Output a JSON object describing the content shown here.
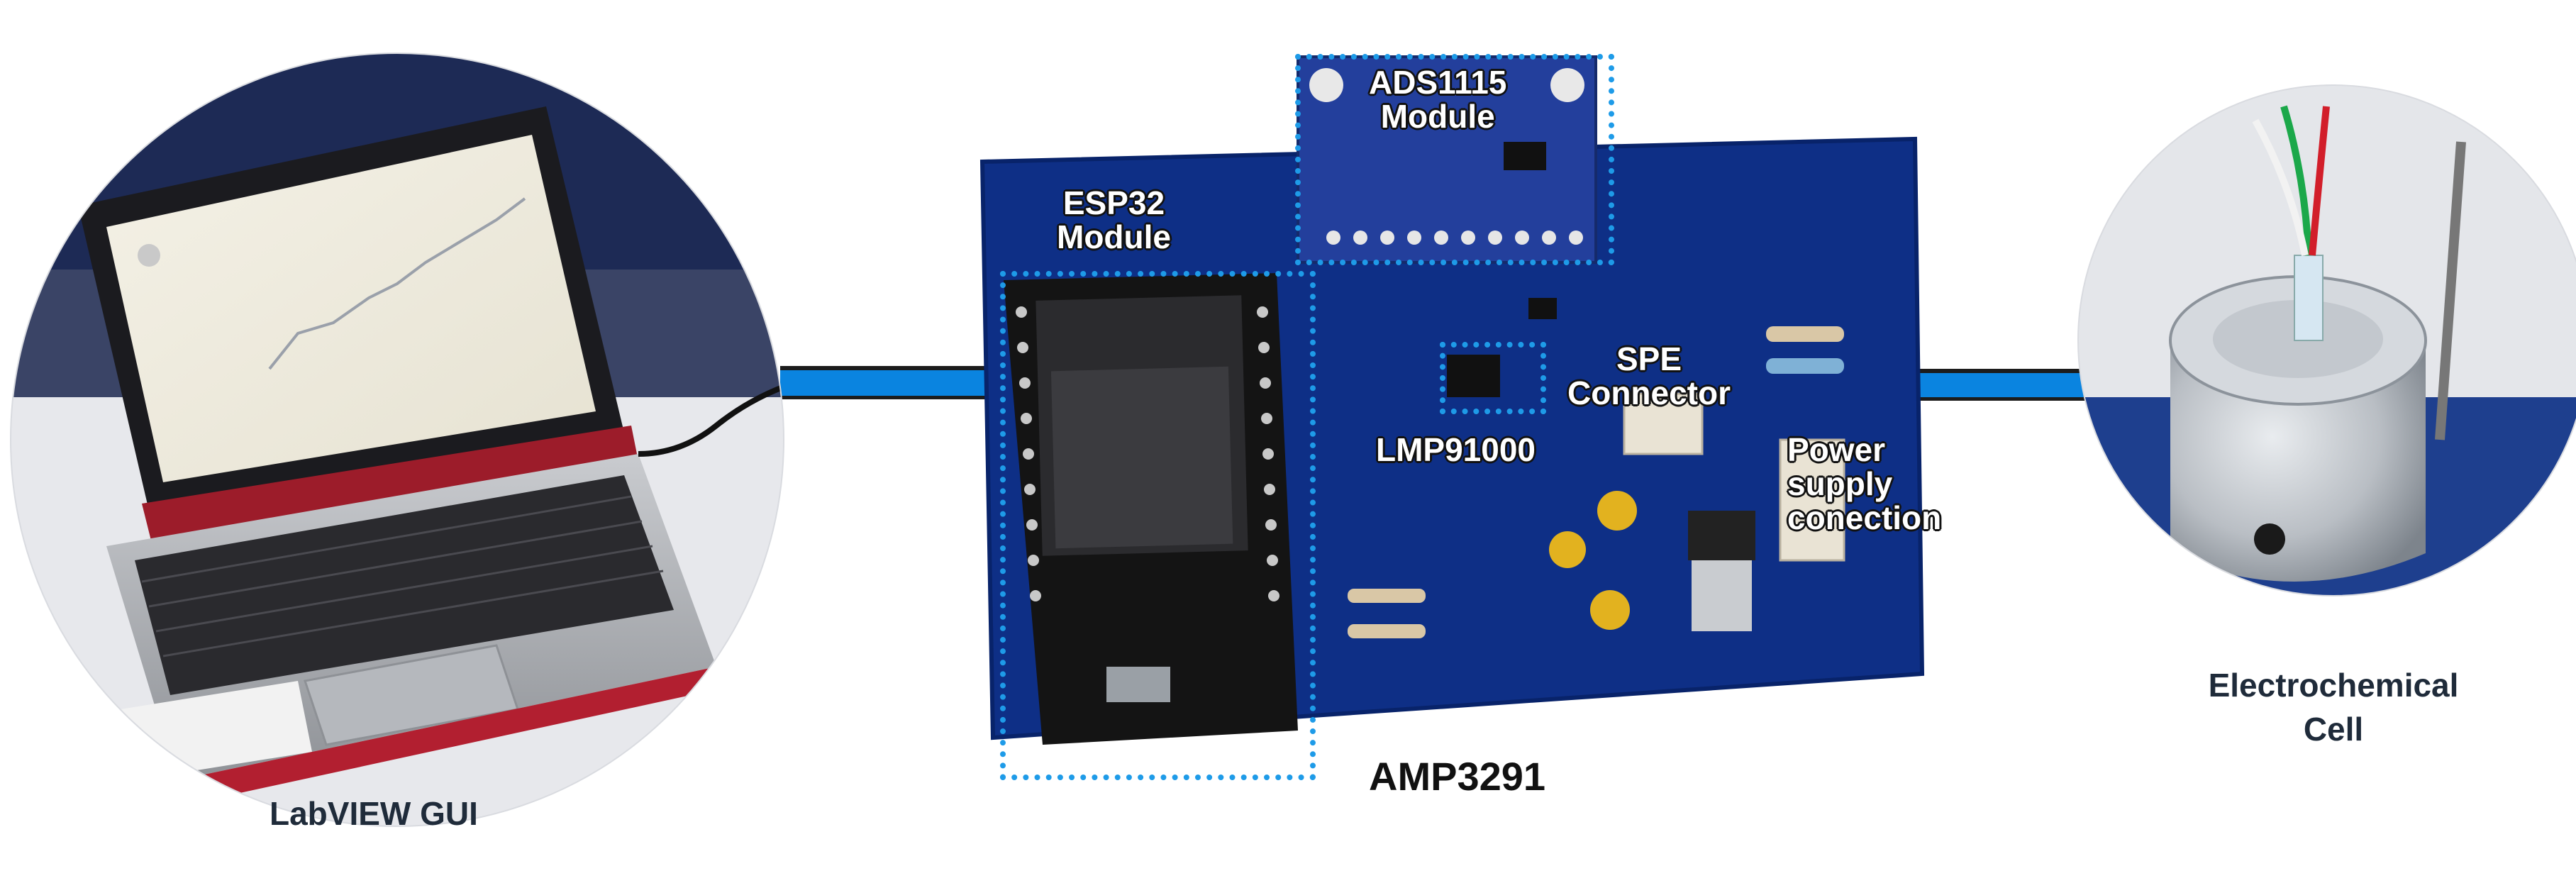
{
  "labels": {
    "laptop_caption": "LabVIEW GUI",
    "board_title": "AMP3291",
    "cell_caption_line1": "Electrochemical",
    "cell_caption_line2": "Cell",
    "esp32_line1": "ESP32",
    "esp32_line2": "Module",
    "ads_line1": "ADS1115",
    "ads_line2": "Module",
    "lmp": "LMP91000",
    "spe_line1": "SPE",
    "spe_line2": "Connector",
    "power_line1": "Power",
    "power_line2": "supply",
    "power_line3": "conection"
  },
  "colors": {
    "connector_line": "#0a84e0",
    "highlight_box": "#1e9be8",
    "board": "#0e2f86"
  }
}
